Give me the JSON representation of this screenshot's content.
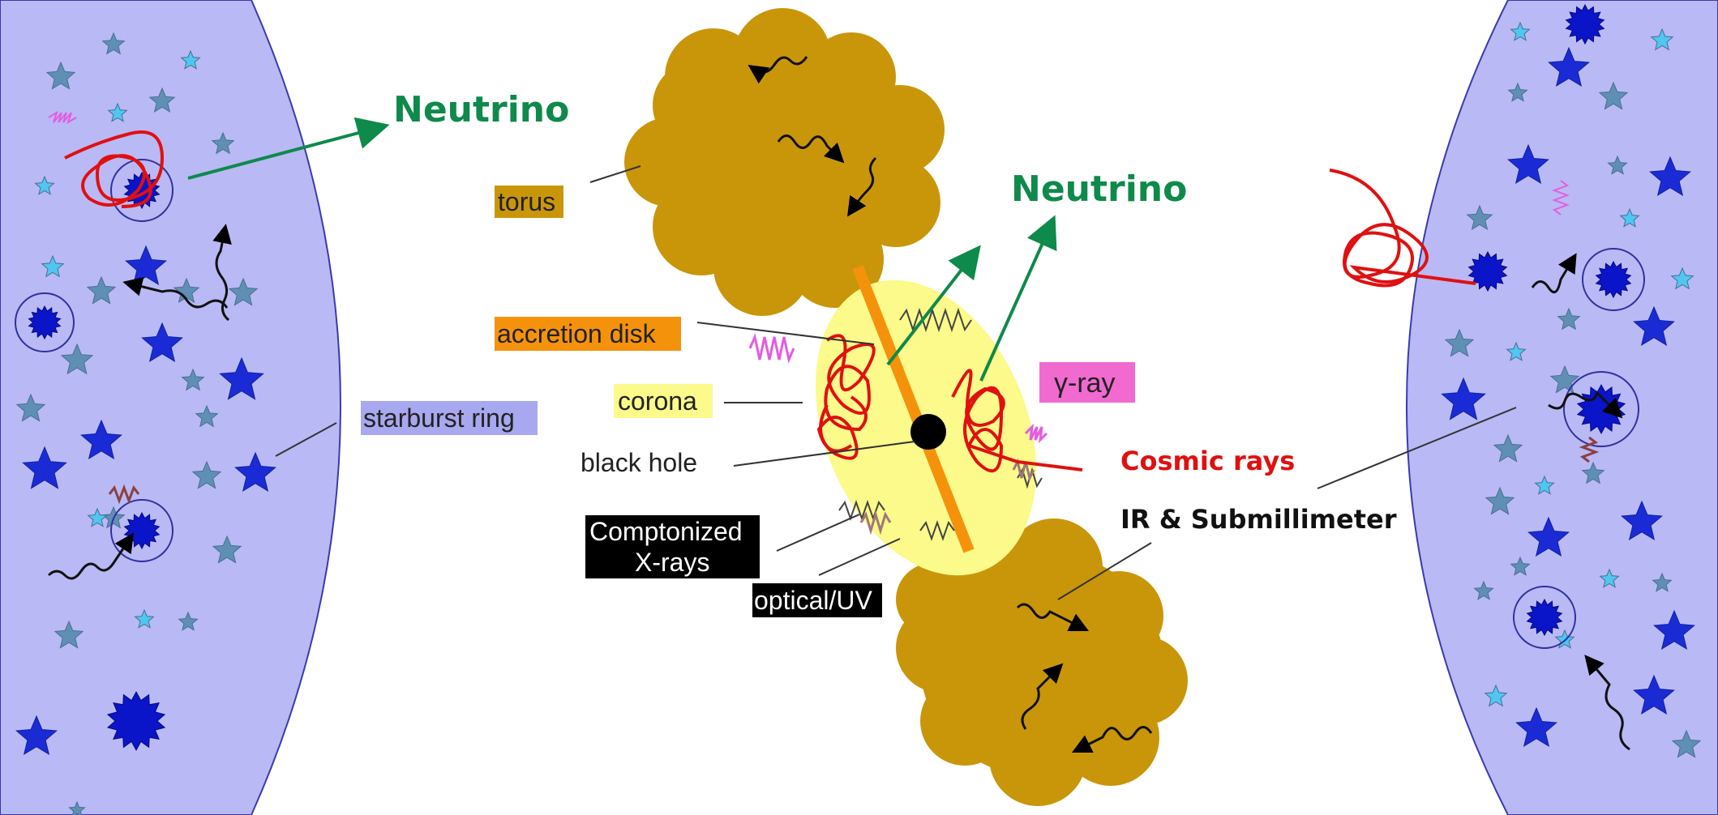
{
  "labels": {
    "neutrino_left": "Neutrino",
    "neutrino_right": "Neutrino",
    "torus": "torus",
    "accretion_disk": "accretion disk",
    "corona": "corona",
    "black_hole": "black hole",
    "comptonized_line1": "Comptonized",
    "comptonized_line2": "X-rays",
    "optical_uv": "optical/UV",
    "gamma_ray": "γ-ray",
    "cosmic_rays": "Cosmic rays",
    "ir_submm": "IR & Submillimeter",
    "starburst_ring": "starburst ring"
  },
  "colors": {
    "neutrino": "#0e8a4a",
    "cosmic_rays": "#e01010",
    "torus": "#c9960a",
    "accretion_disk": "#f5920c",
    "corona": "#fbfa8a",
    "gamma_ray_bg": "#f06ad0",
    "starburst_ring_bg": "#b9b9f5",
    "starburst_label_bg": "#a8a8f0",
    "star_dark": "#1a2bd6",
    "star_steel": "#5f8fb5",
    "star_light": "#4fc7f0",
    "label_dark_bg": "#000000"
  },
  "icons": [
    "star-icon",
    "starburst-galaxy-icon",
    "photon-squiggle-icon",
    "cosmic-ray-path-icon",
    "gamma-ray-wave-icon"
  ]
}
